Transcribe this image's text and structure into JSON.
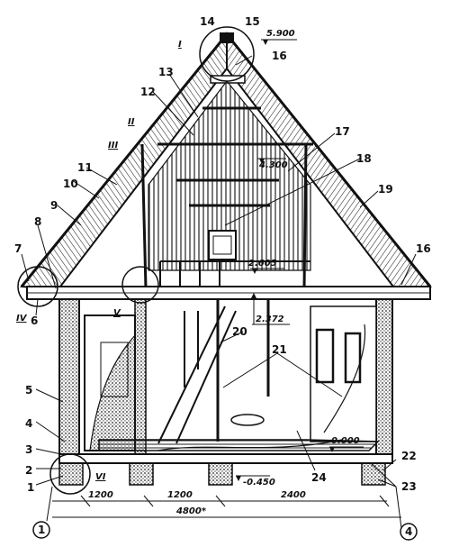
{
  "labels": [
    "1",
    "2",
    "3",
    "4",
    "5",
    "6",
    "7",
    "8",
    "9",
    "10",
    "11",
    "12",
    "13",
    "14",
    "15",
    "16",
    "16",
    "17",
    "18",
    "19",
    "20",
    "21",
    "22",
    "23",
    "24"
  ],
  "callouts": [
    "I",
    "II",
    "III",
    "IV",
    "V",
    "VI"
  ],
  "dimensions": {
    "ridge_level": "5.900",
    "attic_level": "4.300",
    "ceiling_level": "2.605",
    "height_2372": "2.372",
    "floor_level": "0.000",
    "ground_level": "-0.450",
    "span_1": "1200",
    "span_2": "1200",
    "span_3": "2400",
    "total": "4800*"
  },
  "axes": [
    "1",
    "4"
  ]
}
